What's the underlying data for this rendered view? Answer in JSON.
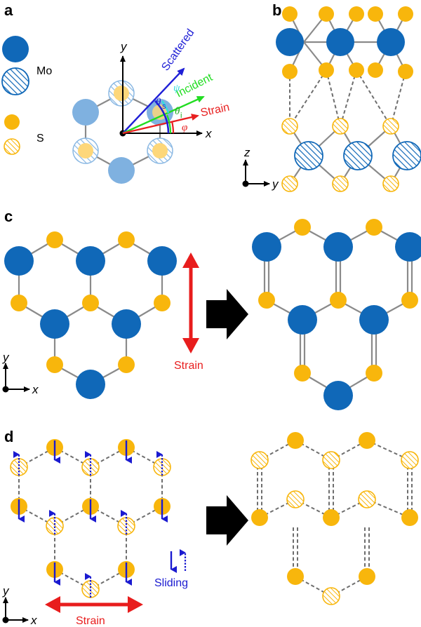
{
  "panels": {
    "a": {
      "label": "a",
      "legend": {
        "mo": "Mo",
        "s": "S"
      },
      "axes": {
        "x": "x",
        "y": "y"
      },
      "rays": {
        "scattered": {
          "label": "Scattered",
          "color": "#1f1fd6"
        },
        "incident": {
          "label": "Incident",
          "color": "#22dd22"
        },
        "strain": {
          "label": "Strain",
          "color": "#e82020"
        }
      },
      "angles": {
        "theta_s": "θ",
        "theta_s_sub": "s",
        "theta_i": "θ",
        "theta_i_sub": "i",
        "psi": "ψ",
        "phi": "φ"
      }
    },
    "b": {
      "label": "b",
      "axes": {
        "z": "z",
        "y": "y"
      }
    },
    "c": {
      "label": "c",
      "axes": {
        "x": "x",
        "y": "y"
      },
      "strain_label": "Strain"
    },
    "d": {
      "label": "d",
      "axes": {
        "x": "x",
        "y": "y"
      },
      "strain_label": "Strain",
      "sliding_label": "Sliding"
    }
  },
  "colors": {
    "mo": "#1068b8",
    "mo_light": "#7fb1e0",
    "s": "#f8b60c",
    "s_light": "#fdd77a",
    "strain": "#e81d1d",
    "sliding": "#1a1ad0"
  }
}
